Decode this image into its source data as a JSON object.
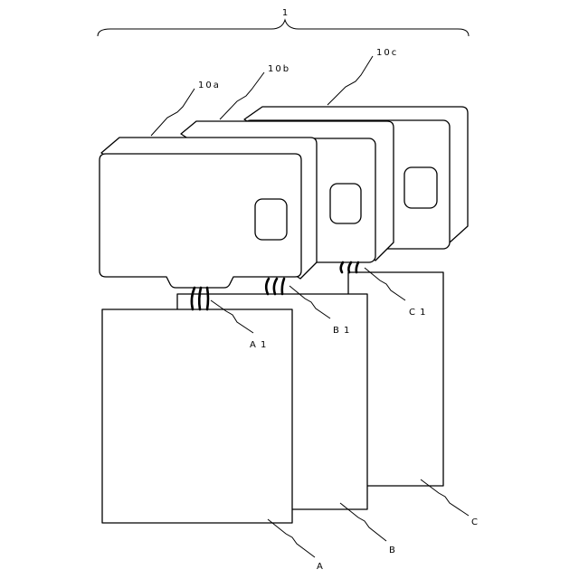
{
  "figure": {
    "labels": {
      "assembly": "1",
      "unit_a": "10a",
      "unit_b": "10b",
      "unit_c": "10c",
      "sheet_a": "A",
      "sheet_b": "B",
      "sheet_c": "C",
      "lead_a": "A 1",
      "lead_b": "B 1",
      "lead_c": "C 1"
    }
  }
}
